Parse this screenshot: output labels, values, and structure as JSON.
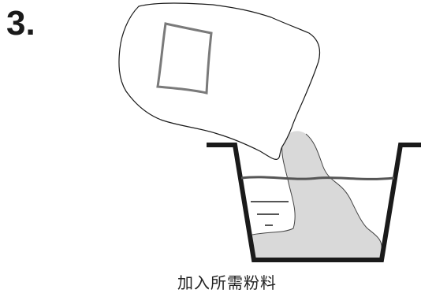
{
  "step": {
    "number": "3."
  },
  "caption": {
    "text": "加入所需粉料"
  },
  "colors": {
    "outline": "#1a1a1a",
    "powder": "#d9d9d9",
    "water_line": "#555555",
    "label_rect": "#7a7a7a"
  },
  "icons": {
    "bag": "powder-bag",
    "container": "water-basin"
  }
}
